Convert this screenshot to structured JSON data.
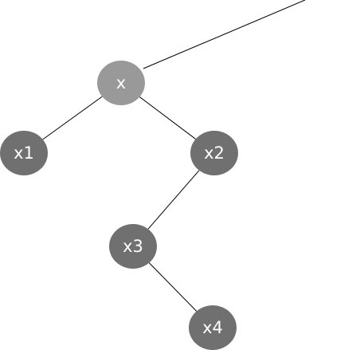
{
  "colors": {
    "root": "#999999",
    "node": "#707070",
    "edge": "#000000",
    "label": "#ffffff",
    "background": "#ffffff"
  },
  "nodes": [
    {
      "id": "x",
      "label": "x",
      "role": "root"
    },
    {
      "id": "x1",
      "label": "x1",
      "role": "node"
    },
    {
      "id": "x2",
      "label": "x2",
      "role": "node"
    },
    {
      "id": "x3",
      "label": "x3",
      "role": "node"
    },
    {
      "id": "x4",
      "label": "x4",
      "role": "node"
    }
  ],
  "edges": [
    {
      "from": "x",
      "to": "x1"
    },
    {
      "from": "x",
      "to": "x2"
    },
    {
      "from": "x2",
      "to": "x3"
    },
    {
      "from": "x3",
      "to": "x4"
    }
  ]
}
